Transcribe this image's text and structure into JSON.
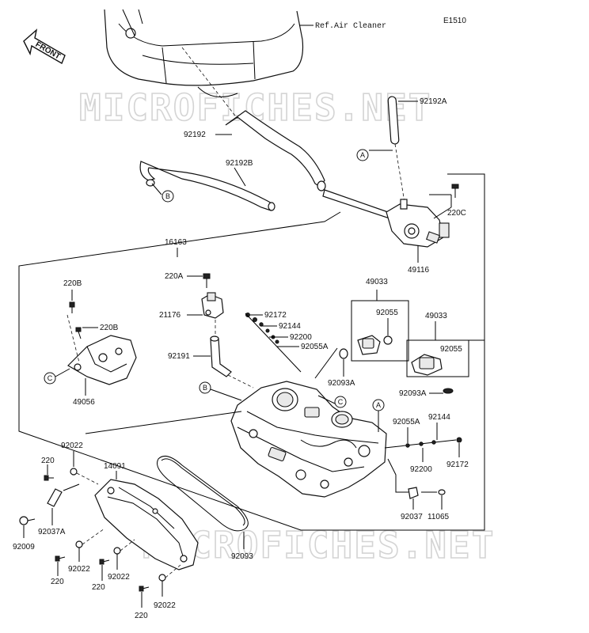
{
  "diagram": {
    "code": "E1510",
    "front_label": "FRONT",
    "ref_text": "Ref.Air Cleaner",
    "watermark": "MICROFICHES.NET",
    "callouts": {
      "a": "A",
      "b": "B",
      "c": "C"
    },
    "parts": {
      "p92192a": "92192A",
      "p92192": "92192",
      "p92192b": "92192B",
      "p220c": "220C",
      "p49116": "49116",
      "p16163": "16163",
      "p220a": "220A",
      "p220b_1": "220B",
      "p220b_2": "220B",
      "p21176": "21176",
      "p92172_1": "92172",
      "p92144_1": "92144",
      "p92200_1": "92200",
      "p92055a_1": "92055A",
      "p49033_1": "49033",
      "p92055_1": "92055",
      "p49033_2": "49033",
      "p92055_2": "92055",
      "p92093a_1": "92093A",
      "p92093a_2": "92093A",
      "p92191": "92191",
      "p49056": "49056",
      "p92055a_2": "92055A",
      "p92144_2": "92144",
      "p92200_2": "92200",
      "p92172_2": "92172",
      "p92037": "92037",
      "p11065": "11065",
      "p92022_1": "92022",
      "p220_1": "220",
      "p14091": "14091",
      "p92037a": "92037A",
      "p92009": "92009",
      "p92022_2": "92022",
      "p220_2": "220",
      "p220_3": "220",
      "p92022_3": "92022",
      "p92093": "92093",
      "p220_4": "220",
      "p92022_4": "92022"
    }
  }
}
